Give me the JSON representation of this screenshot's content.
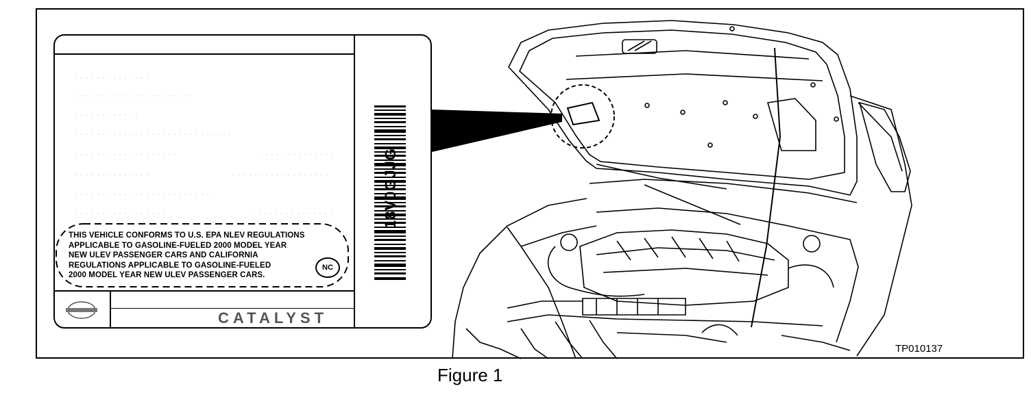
{
  "label": {
    "barcode_text": "18V0GJJG",
    "compliance_lines": [
      "THIS VEHICLE CONFORMS TO U.S. EPA NLEV REGULATIONS",
      "APPLICABLE TO GASOLINE-FUELED 2000 MODEL YEAR",
      "NEW ULEV PASSENGER CARS AND CALIFORNIA",
      "REGULATIONS APPLICABLE TO GASOLINE-FUELED",
      "2000 MODEL YEAR NEW ULEV PASSENGER CARS."
    ],
    "badge": "NC",
    "footer_word": "CATALYST"
  },
  "figure": {
    "id_code": "TP010137",
    "caption": "Figure 1"
  }
}
